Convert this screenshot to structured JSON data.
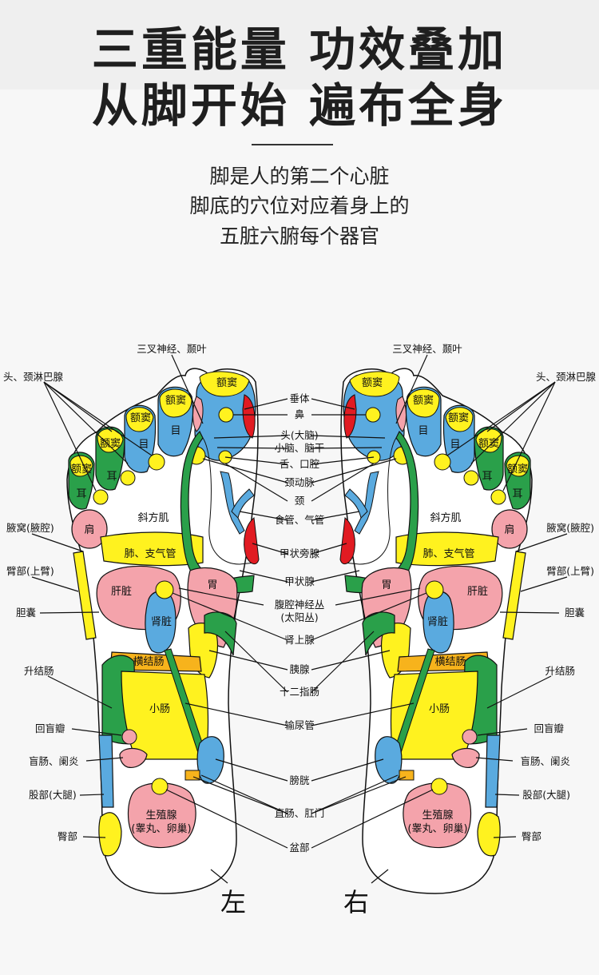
{
  "headline": {
    "line1": "三重能量 功效叠加",
    "line2": "从脚开始 遍布全身"
  },
  "intro": {
    "line1": "脚是人的第二个心脏",
    "line2": "脚底的穴位对应着身上的",
    "line3": "五脏六腑每个器官"
  },
  "colors": {
    "yellow": "#fff21f",
    "blue": "#5aaadf",
    "green": "#2aa04a",
    "pink": "#f4a3ab",
    "red": "#e11b22",
    "orange": "#f7b31c"
  },
  "diagram": {
    "center_labels": [
      "垂体",
      "鼻",
      "头(大脑)",
      "小脑、脑干",
      "舌、口腔",
      "颈动脉",
      "颈",
      "食管、气管",
      "甲状旁腺",
      "甲状腺",
      "腹腔神经丛",
      "(太阳丛)",
      "肾上腺",
      "胰腺",
      "十二指肠",
      "输尿管",
      "膀胱",
      "直肠、肛门",
      "盆部"
    ],
    "left_labels": [
      "三叉神经、颞叶",
      "头、颈淋巴腺",
      "腋窝(腋腔)",
      "臂部(上臂)",
      "胆囊",
      "升结肠",
      "回盲瓣",
      "盲肠、阑炎",
      "股部(大腿)",
      "臀部"
    ],
    "right_labels": [
      "三叉神经、颞叶",
      "头、颈淋巴腺",
      "腋窝(腋腔)",
      "臂部(上臂)",
      "胆囊",
      "升结肠",
      "回盲瓣",
      "盲肠、阑炎",
      "股部(大腿)",
      "臀部"
    ],
    "zone_labels": {
      "eyi": "额窦",
      "mu": "目",
      "er": "耳",
      "xiefangji": "斜方肌",
      "jian": "肩",
      "fei": "肺、支气管",
      "ganzang": "肝脏",
      "wei": "胃",
      "shenzang": "肾脏",
      "hengjiechang": "横结肠",
      "xiaochang": "小肠",
      "shengzhixian": "生殖腺",
      "shengzhixian_detail": "(睾丸、卵巢)"
    },
    "side_left": "左",
    "side_right": "右"
  }
}
